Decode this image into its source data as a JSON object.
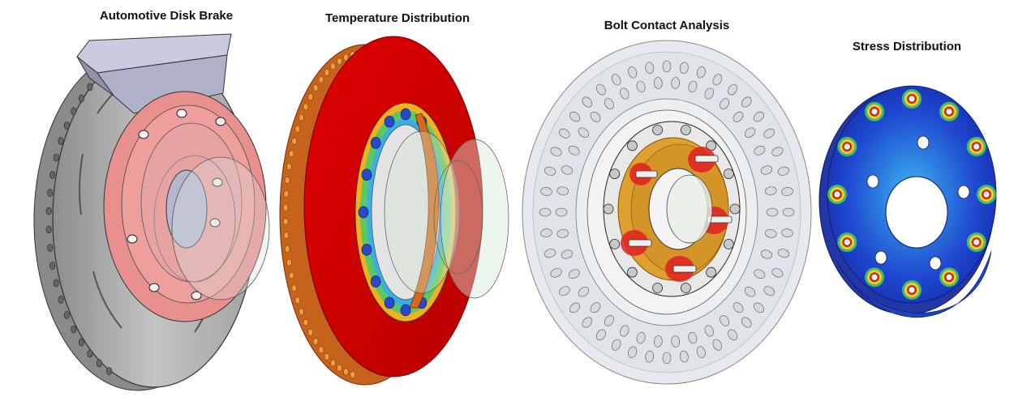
{
  "titles": {
    "disk_brake": "Automotive Disk Brake",
    "temperature": "Temperature Distribution",
    "bolt_contact": "Bolt Contact Analysis",
    "stress": "Stress Distribution"
  },
  "colors": {
    "rotor_gray": "#a9a9a9",
    "hub_pink": "#e8908e",
    "thermal_red": "#d40000",
    "thermal_orange": "#c8641e",
    "hub_gold": "#e0a030",
    "stress_blue": "#1a3cc8",
    "stress_cyan": "#35b8e8",
    "hotspot_red": "#e02020"
  }
}
